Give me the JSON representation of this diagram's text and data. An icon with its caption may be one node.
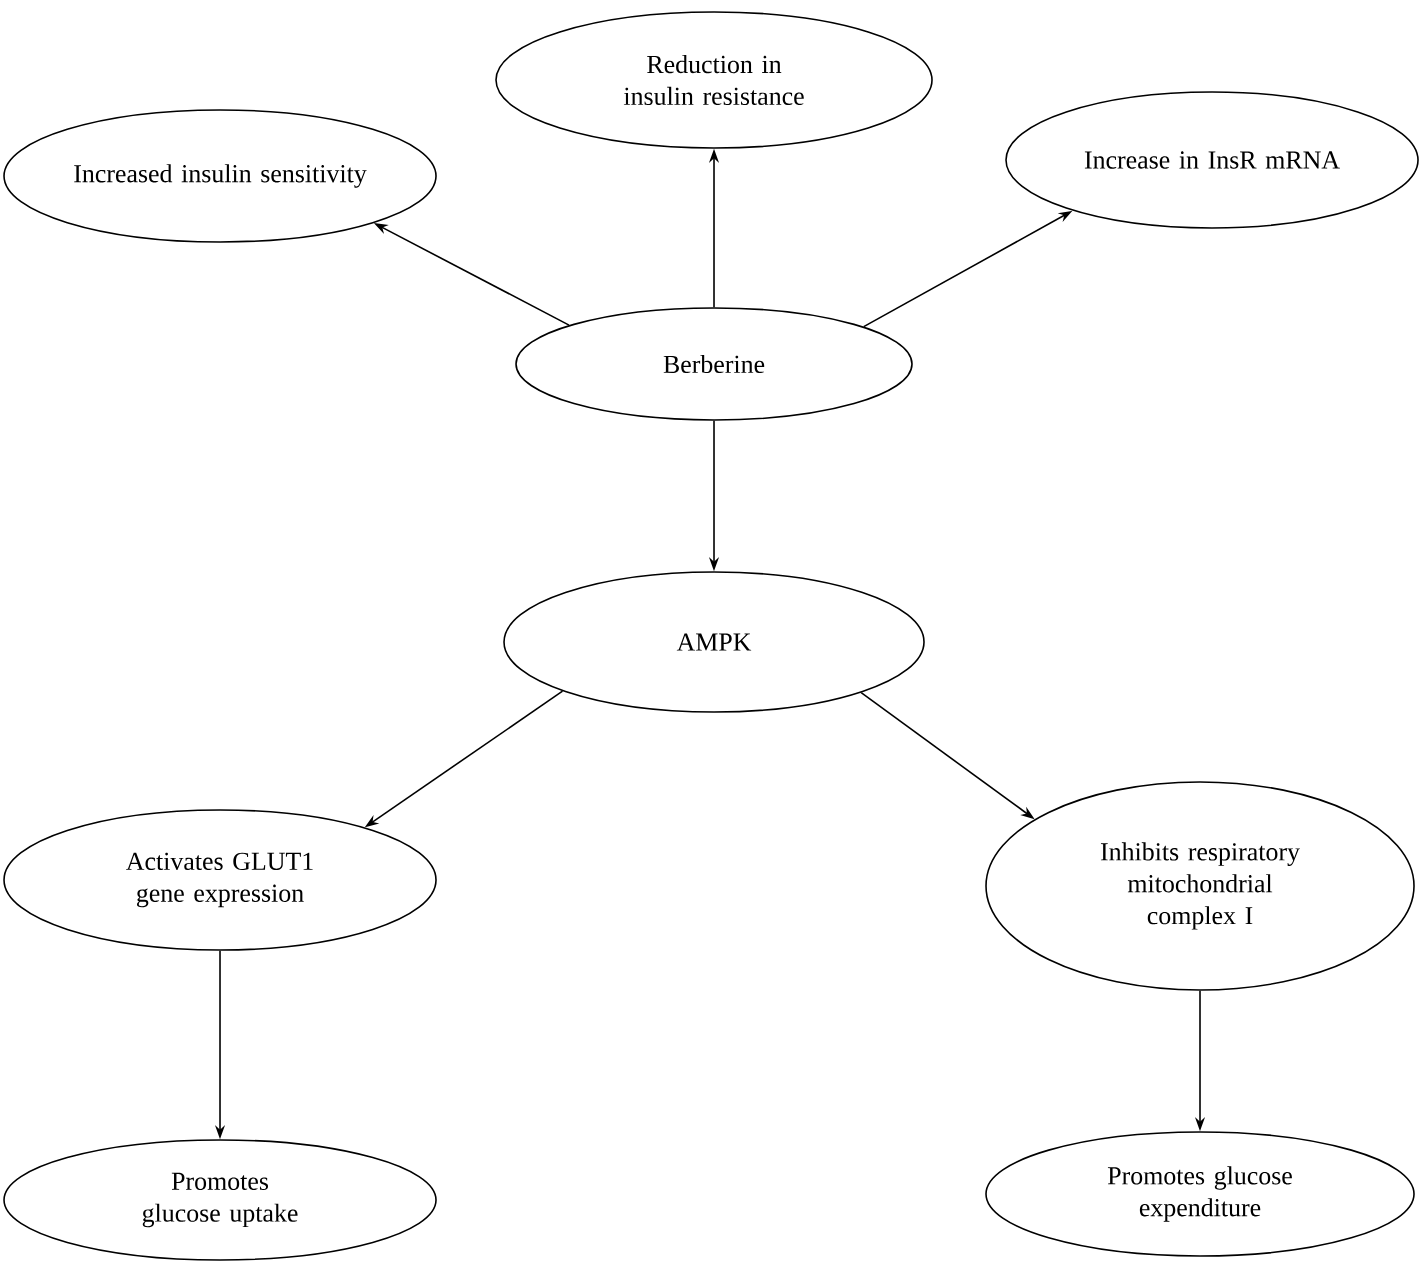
{
  "diagram": {
    "nodes": [
      {
        "text": [
          "Increased insulin sensitivity"
        ]
      },
      {
        "text": [
          "Reduction in insulin resistance"
        ]
      },
      {
        "text": [
          "Increase in InsR mRNA"
        ]
      },
      {
        "text": [
          "Berberine"
        ]
      },
      {
        "text": [
          "AMPK"
        ]
      },
      {
        "text": [
          "Activates GLUT1 gene expression"
        ]
      },
      {
        "text": [
          "Inhibits respiratory mitochondrial complex I"
        ]
      },
      {
        "text": [
          "Promotes glucose uptake"
        ]
      },
      {
        "text": [
          "Promotes glucose expenditure"
        ]
      }
    ],
    "edges": [
      {
        "from": 3,
        "to": 0,
        "arrow": "to"
      },
      {
        "from": 3,
        "to": 1,
        "arrow": "to"
      },
      {
        "from": 3,
        "to": 2,
        "arrow": "to"
      },
      {
        "from": 3,
        "to": 4,
        "arrow": "to"
      },
      {
        "from": 4,
        "to": 5,
        "arrow": "to"
      },
      {
        "from": 4,
        "to": 6,
        "arrow": "to"
      },
      {
        "from": 5,
        "to": 7,
        "arrow": "to"
      },
      {
        "from": 6,
        "to": 8,
        "arrow": "to"
      }
    ]
  }
}
